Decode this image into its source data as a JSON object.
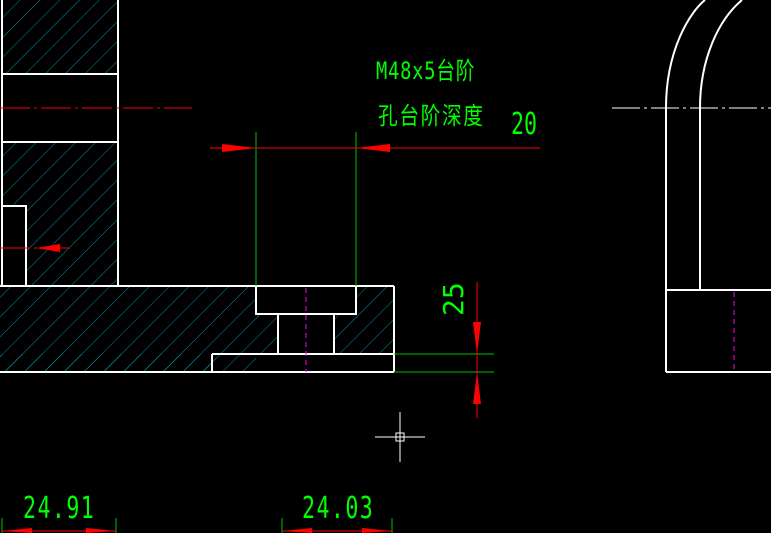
{
  "annotations": {
    "note_line1": "M48x5台阶",
    "note_line2": "孔台阶深度"
  },
  "dimensions": {
    "step_width": "20",
    "step_depth": "25",
    "bottom_left": "24.91",
    "bottom_middle": "24.03"
  },
  "colors": {
    "background": "#000000",
    "outline": "#ffffff",
    "hatch": "#00b4c8",
    "dimension": "#00ff00",
    "dimension_line": "#ff0000",
    "hidden_line": "#ff00ff",
    "center_line": "#ff0000"
  },
  "icons": {
    "cursor": "crosshair-cursor-icon"
  }
}
